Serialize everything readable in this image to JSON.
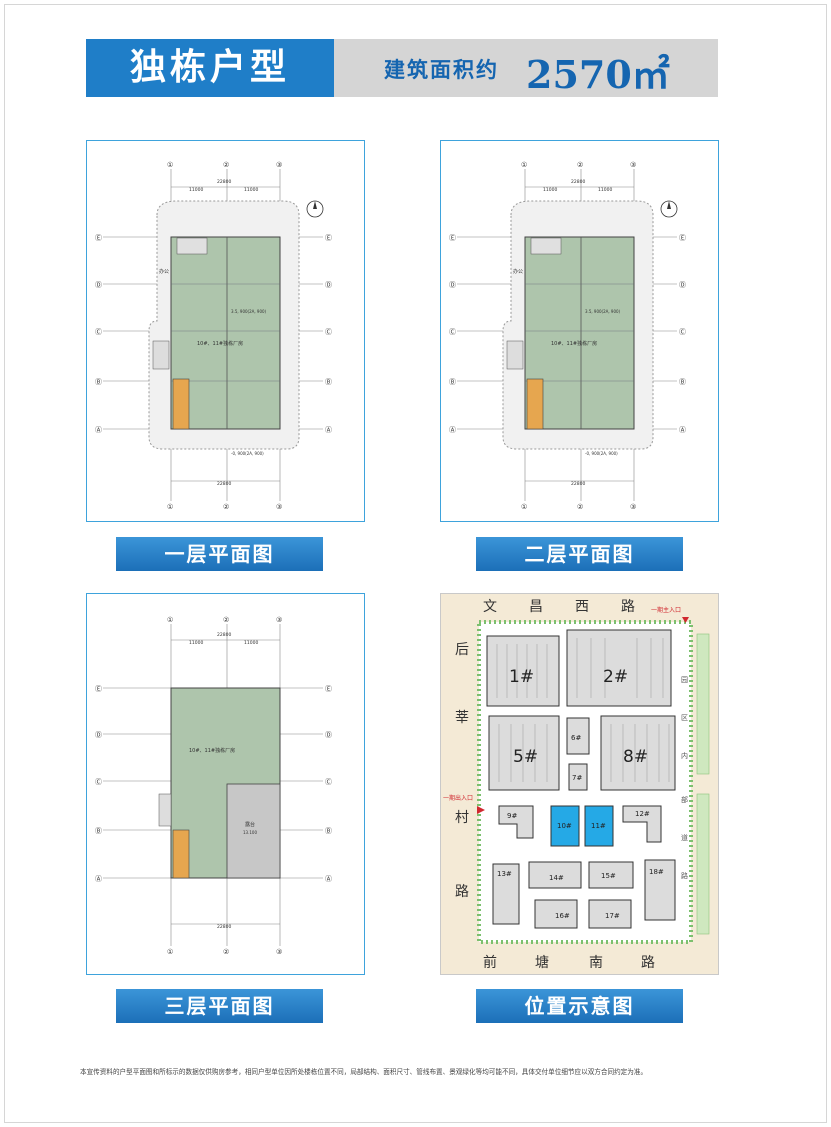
{
  "header": {
    "title": "独栋户型",
    "area_label": "建筑面积约",
    "area_value": "2570㎡"
  },
  "plans": [
    {
      "caption": "一层平面图",
      "room_label": "10#、11#独栋厂房",
      "elevation_top": "3.5, 900(2A, 900)",
      "elevation_bottom": "-0, 900(2A, 900)",
      "office": "办公",
      "dim_total": "22800",
      "dim_half": "11000",
      "grid_cols": [
        "①",
        "②",
        "③"
      ],
      "grid_rows": [
        "Ⓔ",
        "Ⓓ",
        "Ⓒ",
        "Ⓑ",
        "Ⓐ"
      ]
    },
    {
      "caption": "二层平面图",
      "room_label": "10#、11#独栋厂房",
      "elevation_top": "3.5, 900(2A, 900)",
      "elevation_bottom": "-0, 900(2A, 900)",
      "office": "办公",
      "dim_total": "22800",
      "dim_half": "11000",
      "grid_cols": [
        "①",
        "②",
        "③"
      ],
      "grid_rows": [
        "Ⓔ",
        "Ⓓ",
        "Ⓒ",
        "Ⓑ",
        "Ⓐ"
      ]
    },
    {
      "caption": "三层平面图",
      "room_label": "10#、11#独栋厂房",
      "terrace_label": "露台",
      "terrace_elev": "13.100",
      "dim_total": "22800",
      "dim_half": "11000",
      "grid_cols": [
        "①",
        "②",
        "③"
      ],
      "grid_rows": [
        "Ⓔ",
        "Ⓓ",
        "Ⓒ",
        "Ⓑ",
        "Ⓐ"
      ]
    }
  ],
  "site_map": {
    "caption": "位置示意图",
    "road_top": [
      "文",
      "昌",
      "西",
      "路"
    ],
    "road_bottom": [
      "前",
      "塘",
      "南",
      "路"
    ],
    "road_left": [
      "后",
      "莘",
      "村",
      "路"
    ],
    "road_right": [
      "园",
      "区",
      "内",
      "部",
      "道",
      "路"
    ],
    "entrance_top": "一期主入口",
    "entrance_left": "一期出入口",
    "buildings": [
      "1#",
      "2#",
      "5#",
      "8#",
      "6#",
      "7#",
      "9#",
      "10#",
      "11#",
      "12#",
      "13#",
      "14#",
      "15#",
      "16#",
      "17#",
      "18#"
    ]
  },
  "footnote": "本宣传资料的户型平面图和所标示的数据仅供购房参考，相同户型单位因所处楼栋位置不同，局部结构、面积尺寸、管线布置、景观绿化等均可能不同，具体交付单位细节应以双方合同约定为准。"
}
